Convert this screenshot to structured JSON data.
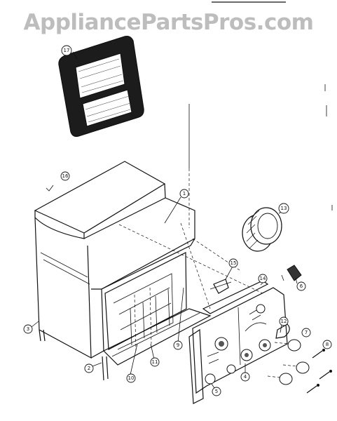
{
  "watermark": {
    "text": "AppliancePartsPros.com"
  },
  "callouts": [
    "1",
    "2",
    "3",
    "4",
    "5",
    "6",
    "7",
    "8",
    "9",
    "10",
    "11",
    "12",
    "13",
    "14",
    "15",
    "16",
    "17"
  ],
  "colors": {
    "ink": "#111111",
    "watermark": "#bdbdbd",
    "background": "#ffffff"
  }
}
